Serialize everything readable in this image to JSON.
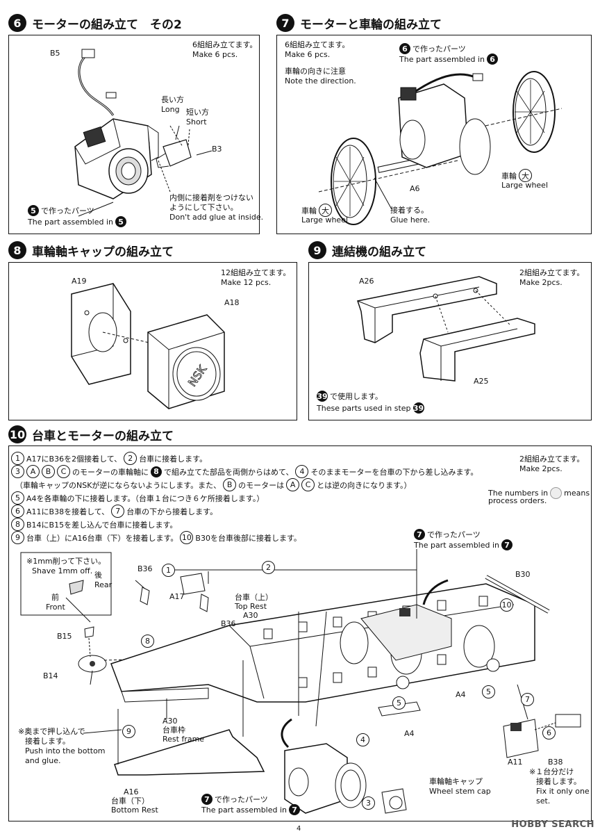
{
  "step6": {
    "num": "6",
    "title": "モーターの組み立て　その2",
    "make_jp": "6組組み立てます。",
    "make_en": "Make 6 pcs.",
    "b5": "B5",
    "long_jp": "長い方",
    "long_en": "Long",
    "short_jp": "短い方",
    "short_en": "Short",
    "b3": "B3",
    "glue_jp1": "内側に接着剤をつけない",
    "glue_jp2": "ようにして下さい。",
    "glue_en": "Don't add glue at inside.",
    "made_jp": "で作ったパーツ",
    "made_en": "The part assembled in",
    "ref": "5"
  },
  "step7": {
    "num": "7",
    "title": "モーターと車輪の組み立て",
    "make_jp": "6組組み立てます。",
    "make_en": "Make 6 pcs.",
    "note_jp": "車輪の向きに注意",
    "note_en": "Note the direction.",
    "made_jp": "で作ったパーツ",
    "made_en": "The part assembled in",
    "ref": "6",
    "large_wheel_jp": "車輪",
    "large_mark": "大",
    "large_wheel_en": "Large wheel",
    "a6": "A6",
    "glue_jp": "接着する。",
    "glue_en": "Glue here."
  },
  "step8": {
    "num": "8",
    "title": "車輪軸キャップの組み立て",
    "make_jp": "12組組み立てます。",
    "make_en": "Make 12 pcs.",
    "a19": "A19",
    "a18": "A18",
    "logo": "NSK"
  },
  "step9": {
    "num": "9",
    "title": "連結機の組み立て",
    "make_jp": "2組組み立てます。",
    "make_en": "Make 2pcs.",
    "a26": "A26",
    "a25": "A25",
    "used_ref": "39",
    "used_jp": "で使用します。",
    "used_en": "These parts used in step"
  },
  "step10": {
    "num": "10",
    "title": "台車とモーターの組み立て",
    "make_jp": "2組組み立てます。",
    "make_en": "Make 2pcs.",
    "numbers_en1": "The numbers in",
    "numbers_en2": "means",
    "numbers_en3": "process orders.",
    "instructions": [
      {
        "n": "1",
        "text": "A17にB36を2個接着して、",
        "n2": "2",
        "text2": "台車に接着します。"
      },
      {
        "n": "3",
        "a": "A",
        "b": "B",
        "c": "C",
        "text": "のモーターの車輪軸に",
        "ref": "8",
        "text2": "で組み立てた部品を両側からはめて、",
        "n2": "4",
        "text3": "そのままモーターを台車の下から差し込みます。"
      },
      {
        "text": "（車輪キャップのNSKが逆にならないようにします。また、",
        "b": "B",
        "text2": "のモーターは",
        "a": "A",
        "c": "C",
        "text3": "とは逆の向きになります。）"
      },
      {
        "n": "5",
        "text": "A4を各車輪の下に接着します。（台車１台につき６ケ所接着します。）"
      },
      {
        "n": "6",
        "text": "A11にB38を接着して、",
        "n2": "7",
        "text2": "台車の下から接着します。"
      },
      {
        "n": "8",
        "text": "B14にB15を差し込んで台車に接着します。"
      },
      {
        "n": "9",
        "text": "台車（上）にA16台車（下）を接着します。",
        "n2": "10",
        "text2": "B30を台車後部に接着します。"
      }
    ],
    "shave_jp": "※1mm削って下さい。",
    "shave_en": "Shave 1mm off.",
    "rear_jp": "後",
    "rear_en": "Rear",
    "front_jp": "前",
    "front_en": "Front",
    "b15": "B15",
    "b14": "B14",
    "b36a": "B36",
    "b36b": "B36",
    "a17": "A17",
    "top_rest_jp": "台車（上）",
    "top_rest_en": "Top Rest",
    "a30a": "A30",
    "a30b": "A30",
    "rest_frame_jp": "台車枠",
    "rest_frame_en": "Rest frame",
    "push_jp1": "※奥まで押し込んで",
    "push_jp2": "接着します。",
    "push_en1": "Push into the bottom",
    "push_en2": "and glue.",
    "a16": "A16",
    "bottom_rest_jp": "台車（下）",
    "bottom_rest_en": "Bottom Rest",
    "made_jp": "で作ったパーツ",
    "made_en": "The part assembled in",
    "ref7": "7",
    "b30": "B30",
    "a4a": "A4",
    "a4b": "A4",
    "a11": "A11",
    "b38": "B38",
    "fix_jp": "※１台分だけ",
    "fix_jp2": "接着します。",
    "fix_en1": "Fix it only one",
    "fix_en2": "set.",
    "cap_jp": "車輪軸キャップ",
    "cap_en": "Wheel stem cap",
    "markers": [
      "1",
      "2",
      "3",
      "4",
      "5",
      "5",
      "6",
      "7",
      "8",
      "9",
      "10"
    ]
  },
  "footer": {
    "page": "4",
    "watermark": "HOBBY SEARCH"
  }
}
